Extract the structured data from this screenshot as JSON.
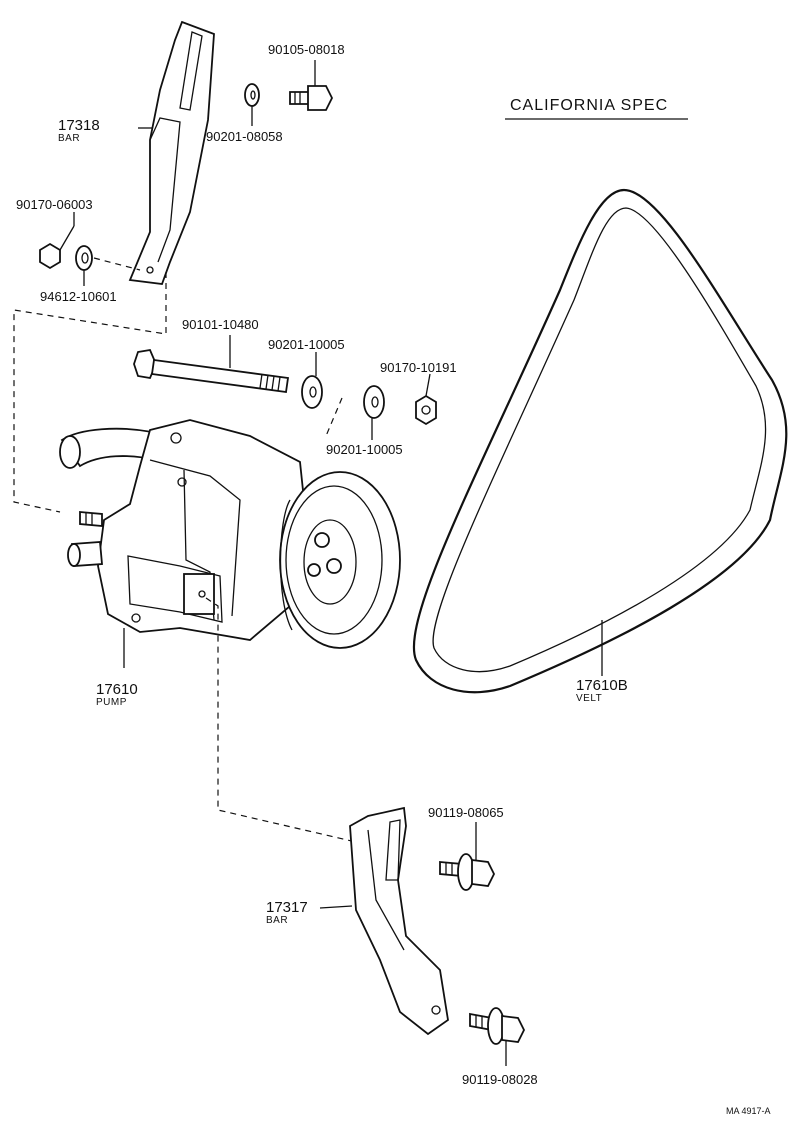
{
  "title": "CALIFORNIA SPEC",
  "footer_code": "MA 4917-A",
  "parts": {
    "bar_upper": {
      "number": "17318",
      "name": "BAR"
    },
    "bolt_top": {
      "number": "90105-08018"
    },
    "washer_top": {
      "number": "90201-08058"
    },
    "nut_left": {
      "number": "90170-06003"
    },
    "washer_left": {
      "number": "94612-10601"
    },
    "long_bolt": {
      "number": "90101-10480"
    },
    "washer_mid_a": {
      "number": "90201-10005"
    },
    "washer_mid_b": {
      "number": "90201-10005"
    },
    "nut_mid": {
      "number": "90170-10191"
    },
    "pump": {
      "number": "17610",
      "name": "PUMP"
    },
    "belt": {
      "number": "17610B",
      "name": "VELT"
    },
    "bolt_lower_a": {
      "number": "90119-08065"
    },
    "bar_lower": {
      "number": "17317",
      "name": "BAR"
    },
    "bolt_lower_b": {
      "number": "90119-08028"
    }
  }
}
